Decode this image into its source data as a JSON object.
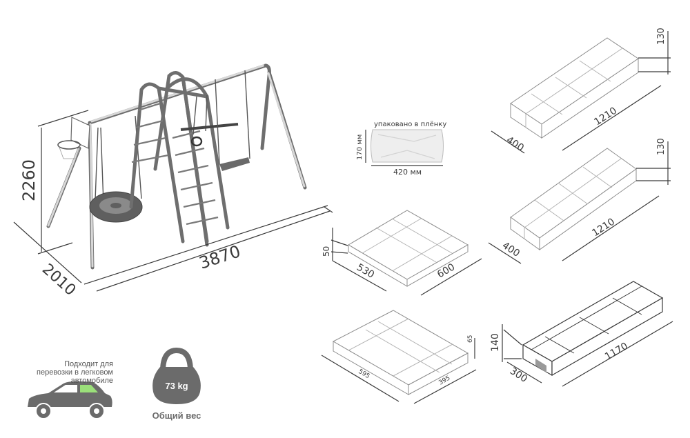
{
  "swing_set": {
    "height": "2260",
    "depth": "2010",
    "width": "3870"
  },
  "film_pack": {
    "caption": "упаковано в плёнку",
    "height": "170 мм",
    "width": "420 мм"
  },
  "boxes": {
    "long_box_1": {
      "h": "130",
      "w": "400",
      "l": "1210"
    },
    "long_box_2": {
      "h": "130",
      "w": "400",
      "l": "1210"
    },
    "flat_box_1": {
      "h": "50",
      "w": "530",
      "l": "600"
    },
    "flat_box_2": {
      "h": "65",
      "w": "595",
      "l": "395"
    },
    "tube_box": {
      "h": "140",
      "w": "300",
      "l": "1170"
    }
  },
  "car_note": "Подходит для перевозки в легковом автомобиле",
  "weight": {
    "value": "73 kg",
    "label": "Общий вес"
  },
  "colors": {
    "line": "#3a3a3a",
    "box_stroke": "#8d8d8d",
    "weight_fill": "#6b6b6b",
    "car_fill": "#6b6b6b",
    "car_accent": "#9be07a"
  }
}
